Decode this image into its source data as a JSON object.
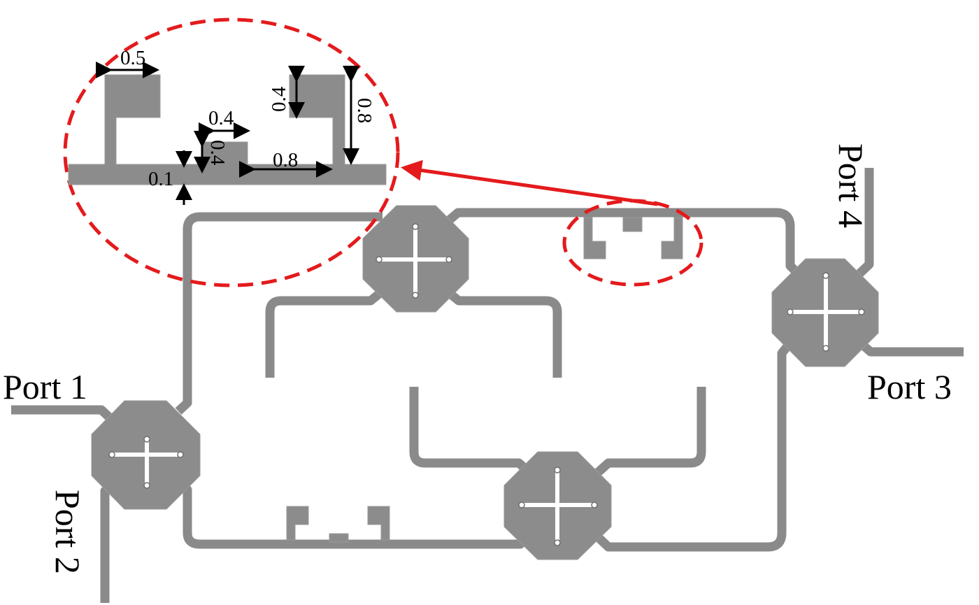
{
  "ports": {
    "port1": "Port 1",
    "port2": "Port 2",
    "port3": "Port 3",
    "port4": "Port 4"
  },
  "dimensions": {
    "d_0_5": "0.5",
    "d_0_4_width": "0.4",
    "d_0_4_height_left": "0.4",
    "d_0_4_height_right": "0.4",
    "d_0_8_width": "0.8",
    "d_0_8_height": "0.8",
    "d_0_1": "0.1"
  },
  "colors": {
    "metal": "#8c8c8c",
    "highlight": "#e41a1c",
    "background": "#ffffff"
  }
}
